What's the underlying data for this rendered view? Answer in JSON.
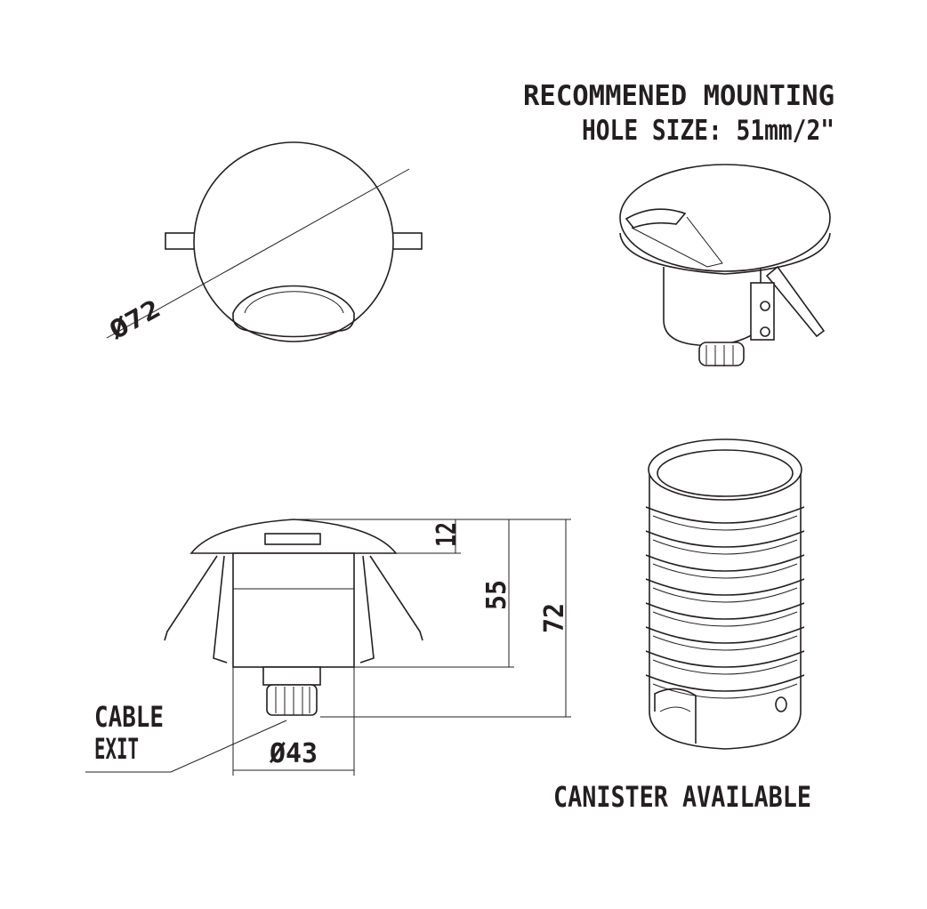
{
  "mounting_note": {
    "line1": "RECOMMENED MOUNTING",
    "line2": "HOLE SIZE: 51mm/2\""
  },
  "top_view": {
    "diameter_label": "Ø72"
  },
  "side_view": {
    "dim_top": "12",
    "dim_body": "55",
    "dim_total": "72",
    "dim_bottom_diameter": "Ø43",
    "cable_label_line1": "CABLE",
    "cable_label_line2": "EXIT"
  },
  "canister": {
    "caption": "CANISTER AVAILABLE"
  }
}
